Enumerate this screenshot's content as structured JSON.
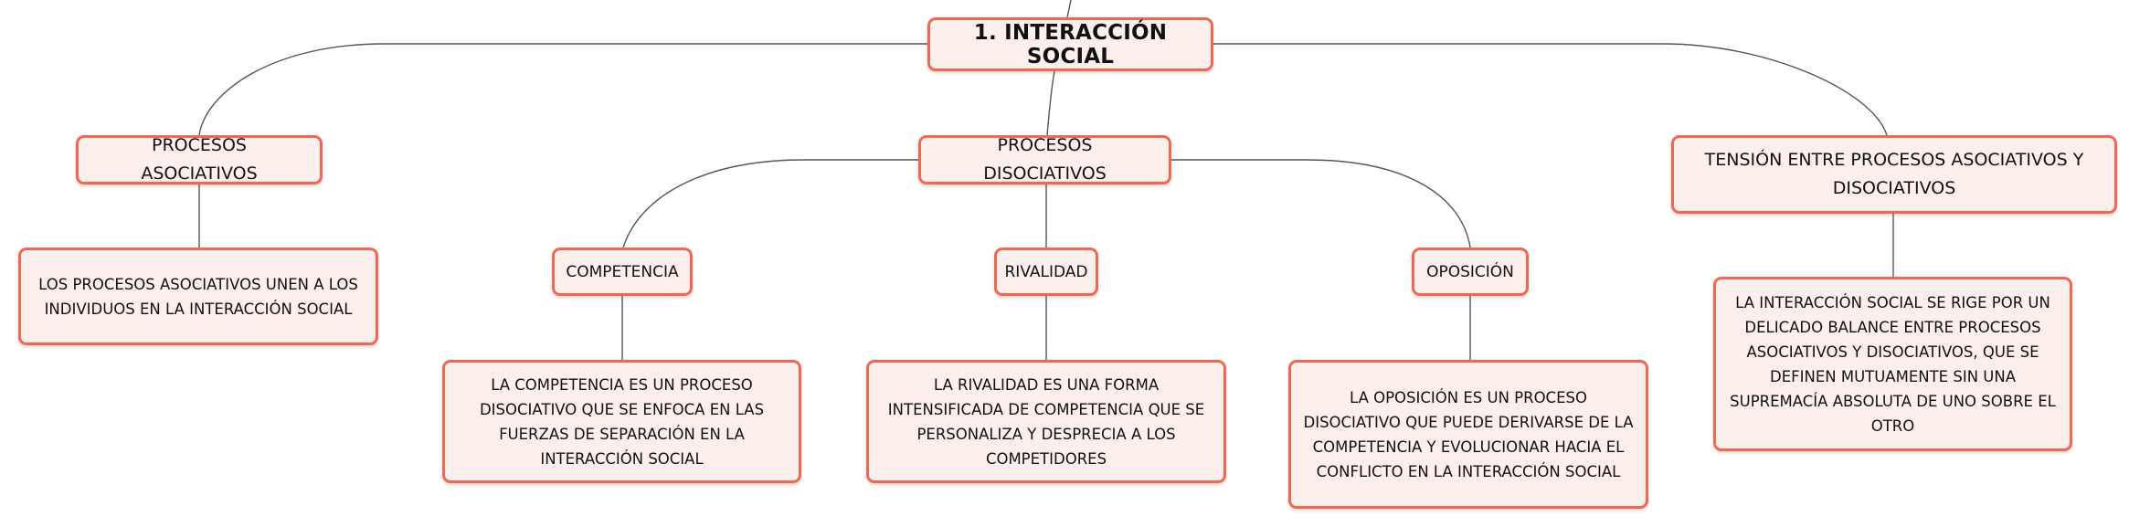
{
  "root": {
    "label": "1. INTERACCIÓN SOCIAL"
  },
  "branches": {
    "asociativos": {
      "label": "PROCESOS ASOCIATIVOS",
      "description": "LOS PROCESOS ASOCIATIVOS UNEN A LOS INDIVIDUOS EN LA INTERACCIÓN SOCIAL"
    },
    "disociativos": {
      "label": "PROCESOS DISOCIATIVOS",
      "children": {
        "competencia": {
          "label": "COMPETENCIA",
          "description": "LA COMPETENCIA ES UN PROCESO DISOCIATIVO QUE SE ENFOCA EN LAS FUERZAS DE SEPARACIÓN EN LA INTERACCIÓN SOCIAL"
        },
        "rivalidad": {
          "label": "RIVALIDAD",
          "description": "LA RIVALIDAD ES UNA FORMA INTENSIFICADA DE COMPETENCIA QUE SE PERSONALIZA Y DESPRECIA A LOS COMPETIDORES"
        },
        "oposicion": {
          "label": "OPOSICIÓN",
          "description": "LA OPOSICIÓN ES UN PROCESO DISOCIATIVO QUE PUEDE DERIVARSE DE LA COMPETENCIA Y EVOLUCIONAR HACIA EL CONFLICTO EN LA INTERACCIÓN SOCIAL"
        }
      }
    },
    "tension": {
      "label": "TENSIÓN ENTRE PROCESOS ASOCIATIVOS Y DISOCIATIVOS",
      "description": "LA INTERACCIÓN SOCIAL SE RIGE POR UN DELICADO BALANCE ENTRE PROCESOS ASOCIATIVOS Y DISOCIATIVOS, QUE SE DEFINEN MUTUAMENTE SIN UNA SUPREMACÍA ABSOLUTA DE UNO SOBRE EL OTRO"
    }
  },
  "colors": {
    "node_fill": "#fdf0ec",
    "node_border": "#ec6a55",
    "connector": "#555555",
    "text": "#111111"
  }
}
